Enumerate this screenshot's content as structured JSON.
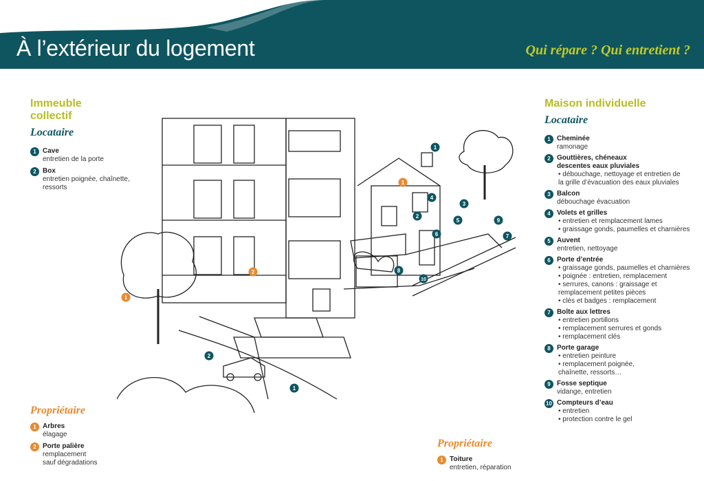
{
  "header": {
    "title": "À l’extérieur du logement",
    "subtitle": "Qui répare ? Qui entretient ?"
  },
  "colors": {
    "teal": "#0e5560",
    "lime": "#b5bd1e",
    "orange": "#e88a2e"
  },
  "immeuble": {
    "title_line1": "Immeuble",
    "title_line2": "collectif",
    "locataire_label": "Locataire",
    "locataire_items": [
      {
        "num": "1",
        "title": "Cave",
        "desc": "entretien de la porte"
      },
      {
        "num": "2",
        "title": "Box",
        "desc": "entretien poignée, chaînette,",
        "desc2": "ressorts"
      }
    ],
    "proprietaire_label": "Propriétaire",
    "proprietaire_items": [
      {
        "num": "1",
        "title": "Arbres",
        "desc": "élagage"
      },
      {
        "num": "2",
        "title": "Porte palière",
        "desc": "remplacement",
        "desc2": "sauf dégradations"
      }
    ]
  },
  "maison": {
    "title": "Maison individuelle",
    "locataire_label": "Locataire",
    "items": [
      {
        "num": "1",
        "title": "Cheminée",
        "desc": "ramonage"
      },
      {
        "num": "2",
        "title": "Gouttières, chéneaux",
        "title2": "descentes eaux pluviales",
        "b1": "• débouchage, nettoyage et entretien de",
        "b2": "la grille d’évacuation des eaux pluviales"
      },
      {
        "num": "3",
        "title": "Balcon",
        "desc": "débouchage évacuation"
      },
      {
        "num": "4",
        "title": "Volets et grilles",
        "b1": "• entretien et remplacement lames",
        "b2": "• graissage gonds, paumelles et charnières"
      },
      {
        "num": "5",
        "title": "Auvent",
        "desc": "entretien, nettoyage"
      },
      {
        "num": "6",
        "title": "Porte d’entrée",
        "b1": "• graissage gonds, paumelles et charnières",
        "b2": "• poignée : entretien, remplacement",
        "b3": "• serrures, canons : graissage et",
        "b4": "remplacement petites pièces",
        "b5": "• clés et badges : remplacement"
      },
      {
        "num": "7",
        "title": "Boîte aux lettres",
        "b1": "• entretien portillons",
        "b2": "• remplacement serrures et gonds",
        "b3": "• remplacement clés"
      },
      {
        "num": "8",
        "title": "Porte garage",
        "b1": "• entretien peinture",
        "b2": "• remplacement poignée,",
        "b3": "chaînette, ressorts…"
      },
      {
        "num": "9",
        "title": "Fosse septique",
        "desc": "vidange, entretien"
      },
      {
        "num": "10",
        "title": "Compteurs d’eau",
        "b1": "• entretien",
        "b2": "• protection contre le gel"
      }
    ],
    "proprietaire_label": "Propriétaire",
    "proprietaire_items": [
      {
        "num": "1",
        "title": "Toiture",
        "desc": "entretien, réparation"
      }
    ]
  },
  "markers": {
    "building_1": "1",
    "building_2": "2",
    "building_o1": "1",
    "building_o2": "2",
    "house_1": "1",
    "house_2": "2",
    "house_3": "3",
    "house_4": "4",
    "house_5": "5",
    "house_6": "6",
    "house_7": "7",
    "house_8": "8",
    "house_9": "9",
    "house_10": "10",
    "house_o1": "1"
  }
}
